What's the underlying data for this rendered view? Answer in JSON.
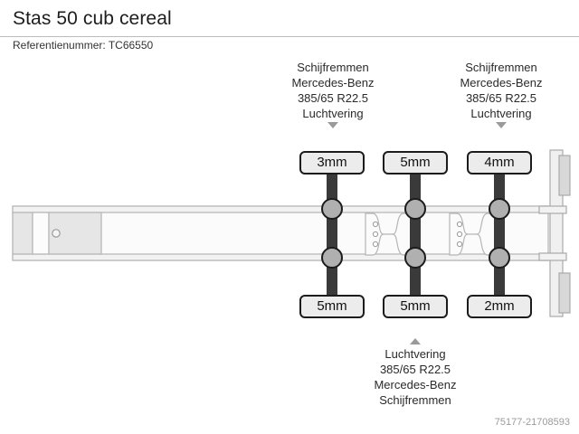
{
  "header": {
    "title": "Stas 50 cub cereal",
    "reference_label": "Referentienummer: TC66550"
  },
  "annotations": {
    "top": [
      {
        "lines": [
          "Schijfremmen",
          "Mercedes-Benz",
          "385/65 R22.5",
          "Luchtvering"
        ],
        "arrow": "down"
      },
      {
        "lines": [
          "Schijfremmen",
          "Mercedes-Benz",
          "385/65 R22.5",
          "Luchtvering"
        ],
        "arrow": "down"
      }
    ],
    "bottom": [
      {
        "lines": [
          "Luchtvering",
          "385/65 R22.5",
          "Mercedes-Benz",
          "Schijfremmen"
        ],
        "arrow": "up"
      }
    ]
  },
  "axles": {
    "top_treads": [
      "3mm",
      "5mm",
      "4mm"
    ],
    "bottom_treads": [
      "5mm",
      "5mm",
      "2mm"
    ]
  },
  "watermark": "75177-21708593",
  "colors": {
    "background": "#ffffff",
    "chassis_fill": "#fbfbfb",
    "chassis_stroke": "#b5b5b5",
    "panel_fill": "#e6e6e6",
    "axle_bar": "#3a3a3a",
    "hub_fill": "#b0b0b0",
    "badge_border": "#1c1c1c",
    "badge_fill": "#ececec",
    "arrow": "#9a9a9a",
    "watermark": "#9b9b9b"
  }
}
